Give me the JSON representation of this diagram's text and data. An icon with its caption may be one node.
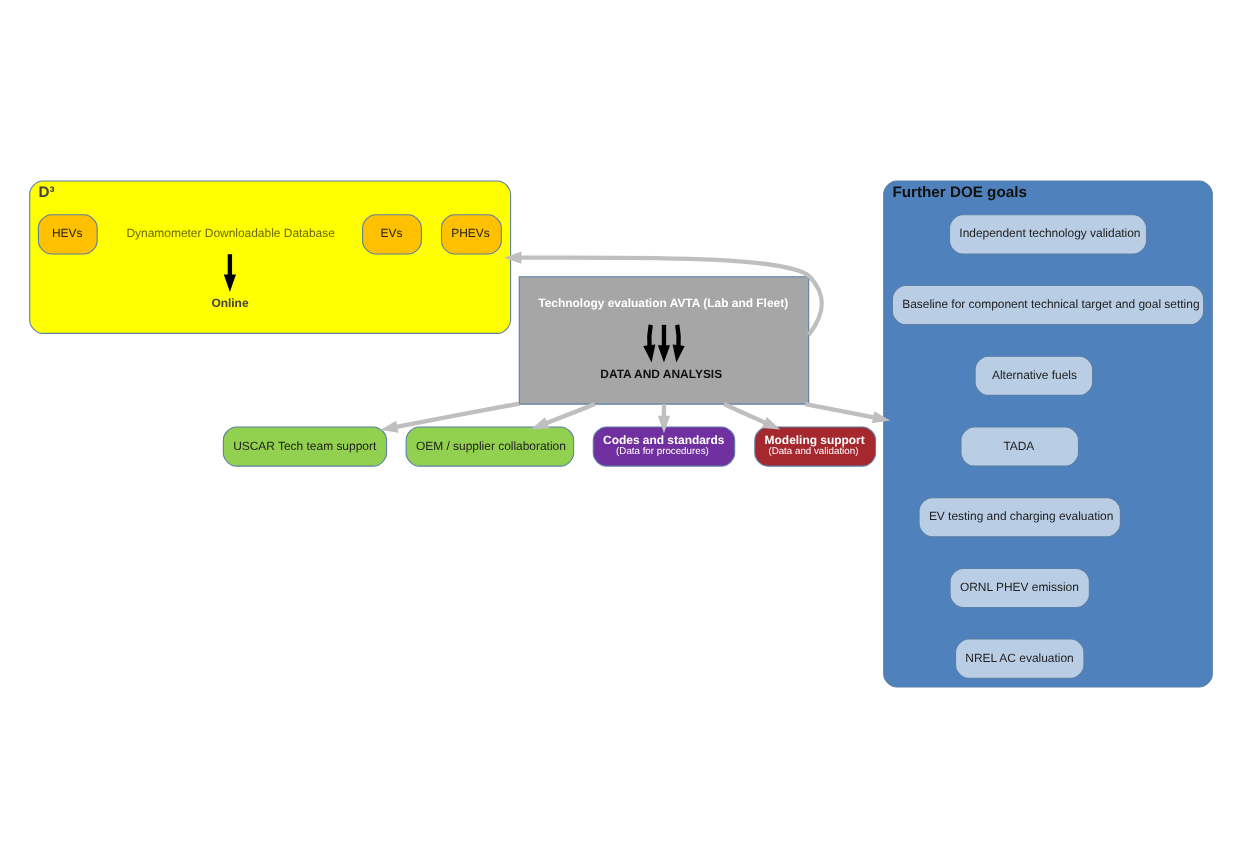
{
  "diagram": {
    "nodes": [
      {
        "text": [
          "D³"
        ]
      },
      {
        "text": [
          "Dynamometer Downloadable Database"
        ],
        "in": 0
      },
      {
        "text": [
          "Online"
        ],
        "in": 0
      },
      {
        "text": [
          "EVs"
        ],
        "in": 0
      },
      {
        "text": [
          "PHEVs"
        ],
        "in": 0
      },
      {
        "text": [
          "HEVs"
        ],
        "in": 0
      },
      {
        "text": [
          "USCAR Tech team support"
        ]
      },
      {
        "text": [
          "OEM / supplier collaboration"
        ]
      },
      {
        "text": [],
        "shape": "box"
      },
      {
        "text": [
          "Technology evaluation AVTA (Lab and Fleet)"
        ],
        "in": 8
      },
      {
        "text": [
          "DATA AND ANALYSIS"
        ],
        "in": 8
      },
      {
        "text": [
          "Further DOE goals"
        ]
      },
      {
        "text": [
          "Independent technology validation"
        ],
        "in": 11
      },
      {
        "text": [
          "Baseline for component technical target and goal setting"
        ],
        "in": 11
      },
      {
        "text": [
          "Alternative fuels"
        ],
        "in": 11
      },
      {
        "text": [
          "TADA"
        ],
        "in": 11
      },
      {
        "text": [
          "EV testing and charging evaluation"
        ],
        "in": 11
      },
      {
        "text": [
          "ORNL PHEV emission"
        ],
        "in": 11
      },
      {
        "text": [
          "NREL AC evaluation"
        ],
        "in": 11
      },
      {
        "text": [
          "Codes and standards",
          "(Data for procedures)"
        ]
      },
      {
        "text": [
          "Modeling support",
          "(Data and validation)"
        ]
      }
    ],
    "edges": [
      {
        "from": 1,
        "to": 2,
        "arrow": "to",
        "color": "#000000"
      },
      {
        "from": 9,
        "to": 10,
        "arrow": "to",
        "color": "#000000"
      },
      {
        "from": 9,
        "to": 10,
        "arrow": "to",
        "color": "#000000"
      },
      {
        "from": 9,
        "to": 10,
        "arrow": "to",
        "color": "#000000"
      },
      {
        "from": 8,
        "to": 0,
        "arrow": "to"
      },
      {
        "from": 8,
        "to": 6,
        "arrow": "to"
      },
      {
        "from": 8,
        "to": 7,
        "arrow": "to"
      },
      {
        "from": 8,
        "to": 11,
        "arrow": "to"
      },
      {
        "from": 8,
        "to": 19,
        "arrow": "to"
      },
      {
        "from": 8,
        "to": 20,
        "arrow": "to"
      }
    ]
  }
}
